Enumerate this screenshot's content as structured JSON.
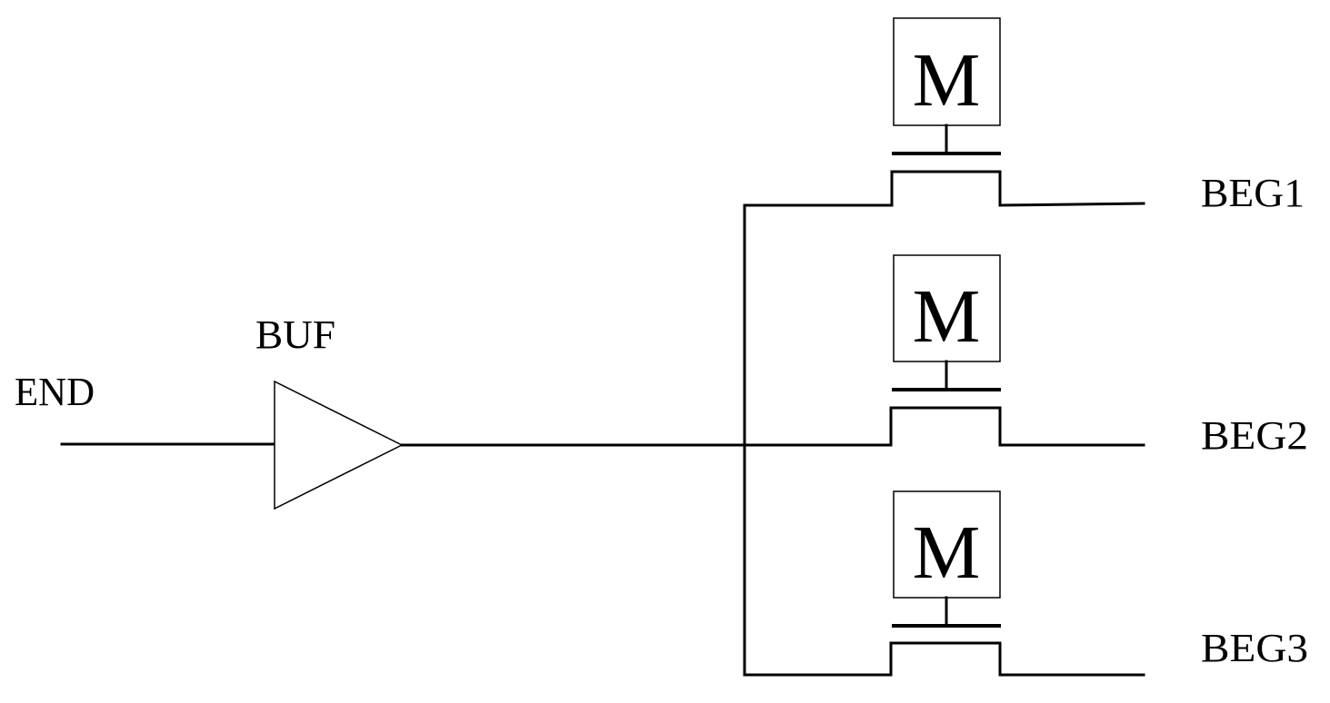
{
  "diagram": {
    "input_label": "END",
    "buffer_label": "BUF",
    "memory_labels": [
      "M",
      "M",
      "M"
    ],
    "output_labels": [
      "BEG1",
      "BEG2",
      "BEG3"
    ]
  }
}
